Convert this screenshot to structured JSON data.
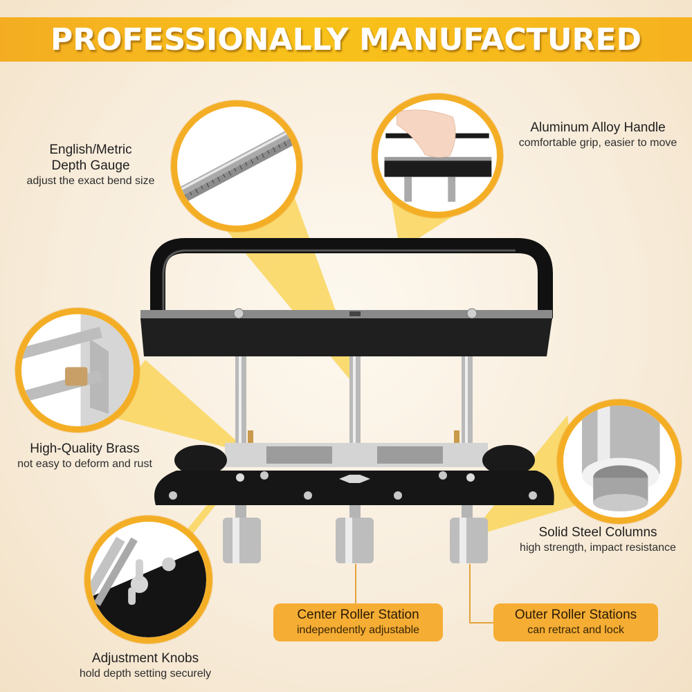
{
  "banner": {
    "title": "PROFESSIONALLY MANUFACTURED",
    "background_color": "#f8c21a",
    "text_color": "#ffffff"
  },
  "accent_color": "#f4ae26",
  "features": [
    {
      "id": "depth-gauge",
      "title_line1": "English/Metric",
      "title_line2": "Depth Gauge",
      "subtitle": "adjust the exact bend size",
      "icon": "ruler-gauge-icon"
    },
    {
      "id": "handle",
      "title": "Aluminum Alloy Handle",
      "subtitle": "comfortable grip, easier to move",
      "icon": "hand-grip-icon"
    },
    {
      "id": "brass",
      "title": "High-Quality Brass",
      "subtitle": "not easy to deform and rust",
      "icon": "brass-bushing-icon"
    },
    {
      "id": "columns",
      "title": "Solid Steel Columns",
      "subtitle": "high strength, impact resistance",
      "icon": "steel-cylinder-icon"
    },
    {
      "id": "knobs",
      "title": "Adjustment Knobs",
      "subtitle": "hold depth setting securely",
      "icon": "wing-nut-icon"
    }
  ],
  "callouts": [
    {
      "id": "center-roller",
      "title": "Center Roller Station",
      "subtitle": "independently adjustable"
    },
    {
      "id": "outer-rollers",
      "title": "Outer Roller Stations",
      "subtitle": "can retract and lock"
    }
  ]
}
